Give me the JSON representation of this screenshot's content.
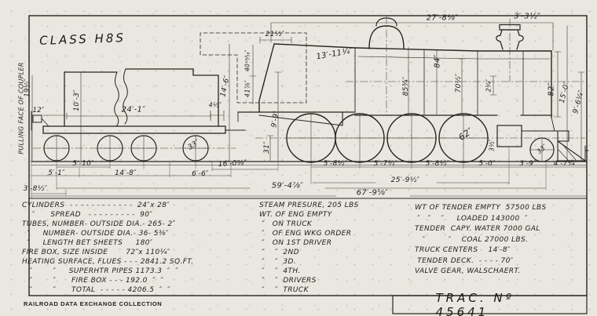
{
  "title": {
    "class_label": "CLASS H8S"
  },
  "annotations": {
    "pulling_face": "PULLING FACE OF COUPLER"
  },
  "dims": {
    "d19_5": "19½″",
    "d12": "12″",
    "d10_3": "10′-3″",
    "d24_1": "24′-1″",
    "d4_5": "4½″",
    "d14_6": "14′-6″",
    "d21_5": "21½″",
    "d40_13_16": "40¹³⁄₁₆″",
    "d41_7_8": "41⅞″",
    "d13_11_4": "13′-11¼″",
    "d84": "84″",
    "d85_3_4": "85¾″",
    "d70_1_2": "70½″",
    "d2_3_4": "2¾″",
    "d27_8_8": "27′-8⅛″",
    "d3_3_5": "3′-3½″",
    "d82": "82″",
    "d15_0": "15′-0″",
    "d9_6_4": "9′-6¼″",
    "d9_9": "9′-9″",
    "d31": "31″",
    "d3_5": "3½″",
    "d16_0_8": "16′-0⅜″",
    "d5_10": "5′-10″",
    "d5_1": "5′-1″",
    "d14_8": "14′-8″",
    "d6_6": "6′-6″",
    "d3_8_5": "3′-8½″",
    "d5_8_5a": "5′-8½″",
    "d5_7_5": "5′-7½″",
    "d5_8_5b": "5′-8½″",
    "d5_0": "5′-0″",
    "d3_9": "3′-9″",
    "d4_7_4": "4′-7¼″",
    "d25_9_5": "25′-9½″",
    "d59_4_8": "59′-4⅞″",
    "d67_9_8": "67′-9⅝″"
  },
  "wheel_labels": {
    "tender_wheel_dia": "33″",
    "driver_dia": "62″",
    "pilot_wheel_dia": "33″"
  },
  "specs": {
    "left": [
      "CYLINDERS  - - - - - - - - - - - -  24″x 28″",
      "    ″      SPREAD   - - - - - - - - -  90″",
      "TUBES, NUMBER- OUTSIDE DIA.- 265- 2″",
      "  ″     NUMBER- OUTSIDE DIA.- 36- 5⅜″",
      "  ″     LENGTH BET SHEETS     180″",
      "FIRE BOX, SIZE INSIDE       72″x 110¼″",
      "HEATING SURFACE, FLUES - - - 2841.2 SQ.FT.",
      "   ″        ″     SUPERHTR PIPES 1173.3  ″  ″",
      "   ″        ″      FIRE BOX - - - 192.0  ″  ″",
      "   ″        ″      TOTAL  - - - - - 4206.5  ″  ″"
    ],
    "middle": [
      "STEAM PRESURE, 205 LBS",
      "WT. OF ENG EMPTY",
      " ″   ON TRUCK",
      " ″   OF ENG WKG ORDER",
      " ″   ON 1ST DRIVER",
      " ″    ″  2ND",
      " ″    ″  3D.",
      " ″    ″  4TH.",
      " ″    ″  DRIVERS",
      " ″    ″  TRUCK"
    ],
    "right": [
      "WT OF TENDER EMPTY  57500 LBS",
      " ″   ″    ″     LOADED 143000  ″",
      "TENDER  CAPY. WATER 7000 GAL",
      "   ″         ″    COAL 27000 LBS.",
      "TRUCK CENTERS    14′-8″",
      " TENDER DECK.  - - - - 70″",
      "VALVE GEAR, WALSCHAERT."
    ]
  },
  "footer": {
    "collection_stamp": "RAILROAD DATA EXCHANGE COLLECTION",
    "tracing_number": "TRAC. Nº 45641"
  }
}
